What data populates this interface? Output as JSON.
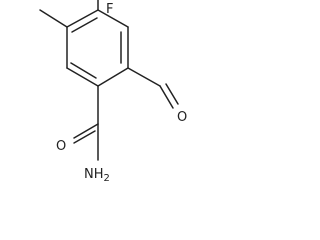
{
  "molecule": {
    "atoms": {
      "fluorine": "F",
      "oxygen_aldehyde": "O",
      "oxygen_amide": "O",
      "amine": "NH",
      "amine_subscript": "2"
    },
    "colors": {
      "bond": "#222222",
      "label": "#222222",
      "background": "#ffffff"
    }
  }
}
